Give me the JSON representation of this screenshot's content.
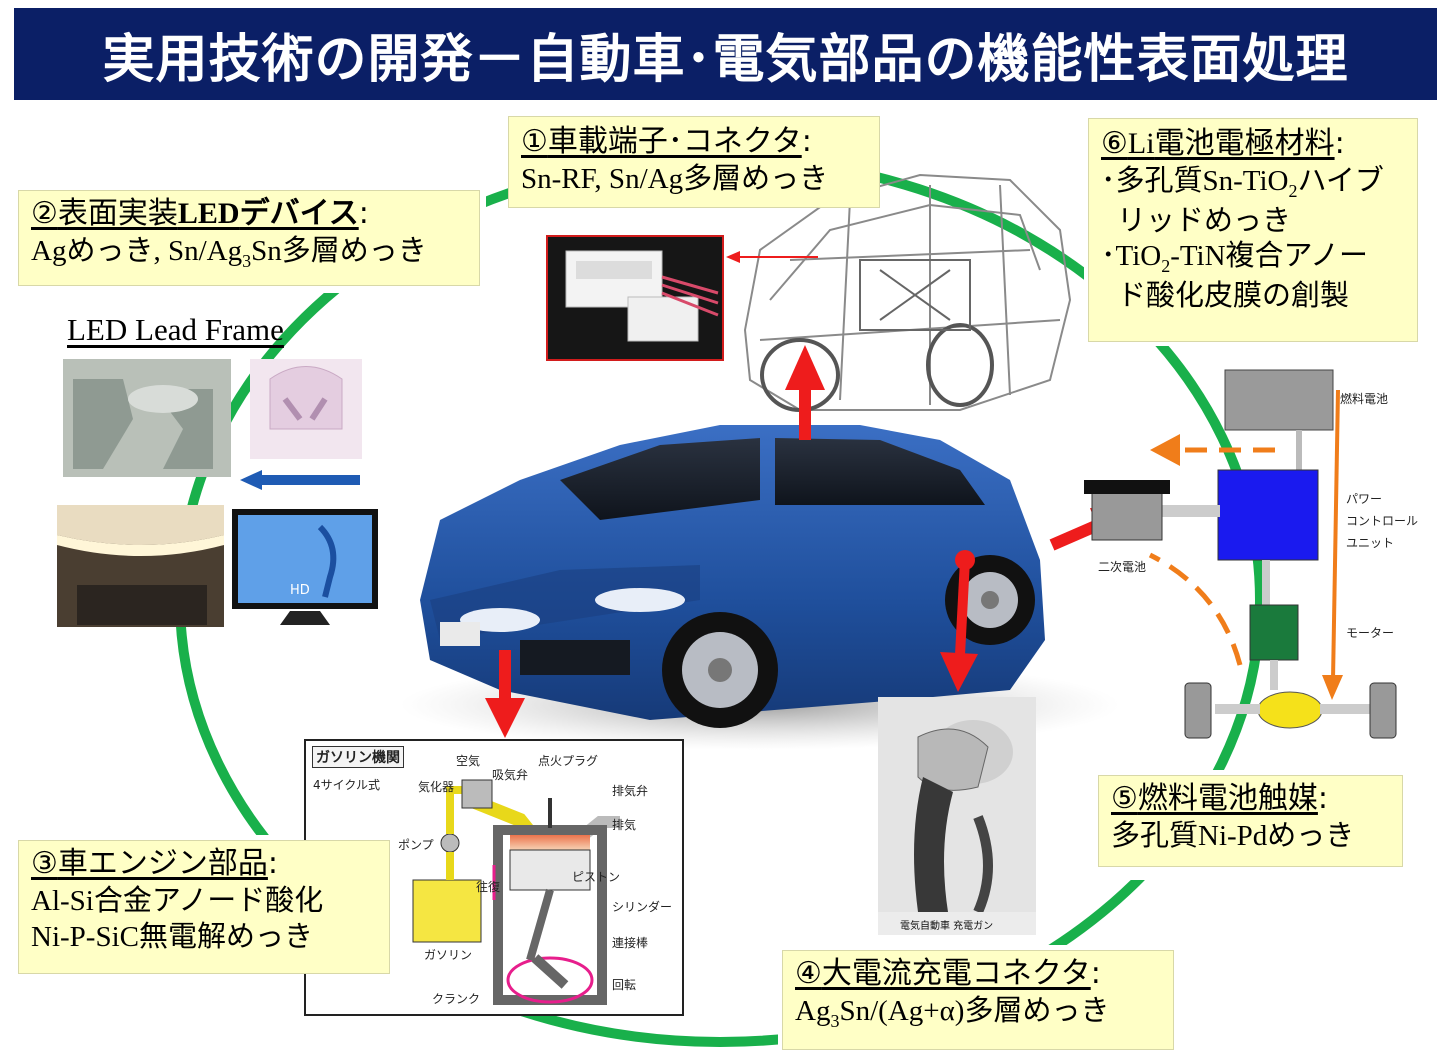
{
  "title": "実用技術の開発－自動車･電気部品の機能性表面処理",
  "boxes": {
    "b1": {
      "num": "①",
      "head": "車載端子･コネクタ",
      "colon": ":",
      "lines": [
        "Sn-RF, Sn/Ag多層めっき"
      ]
    },
    "b2": {
      "num": "②",
      "head_ja1": "表面実装",
      "head_led": "LED",
      "head_ja2": "デバイス",
      "colon": ":",
      "line_a": "Agめっき, Sn/Ag",
      "line_sub": "3",
      "line_b": "Sn多層めっき"
    },
    "b3": {
      "num": "③",
      "head": "車エンジン部品",
      "colon": ":",
      "lines": [
        "Al-Si合金アノード酸化",
        "Ni-P-SiC無電解めっき"
      ]
    },
    "b4": {
      "num": "④",
      "head": "大電流充電コネクタ",
      "colon": ":",
      "line_a": "Ag",
      "line_sub": "3",
      "line_b": "Sn/(Ag+α)多層めっき"
    },
    "b5": {
      "num": "⑤",
      "head": "燃料電池触媒",
      "colon": ":",
      "lines": [
        "多孔質Ni-Pdめっき"
      ]
    },
    "b6": {
      "num": "⑥",
      "head_li": "Li",
      "head_ja": "電池電極材料",
      "colon": ":",
      "l1a": "･多孔質Sn-TiO",
      "l1sub": "2",
      "l1b": "ハイブ",
      "l2": "リッドめっき",
      "l3a": "･TiO",
      "l3sub": "2",
      "l3b": "-TiN複合アノー",
      "l4": "ド酸化皮膜の創製"
    }
  },
  "led_label": "LED Lead Frame",
  "tv_hd": "HD",
  "charger_caption": "電気自動車 充電ガン",
  "hybrid": {
    "fuel_cell": "燃料電池",
    "pcu1": "パワー",
    "pcu2": "コントロール",
    "pcu3": "ユニット",
    "battery": "二次電池",
    "motor": "モーター"
  },
  "engine": {
    "title": "ガソリン機関",
    "cycle": "4サイクル式",
    "air": "空気",
    "carb": "気化器",
    "intake": "吸気弁",
    "plug": "点火プラグ",
    "exhaust_valve": "排気弁",
    "exhaust": "排気",
    "pump": "ポンプ",
    "piston": "ピストン",
    "recip": "往復",
    "cylinder": "シリンダー",
    "conrod": "連接棒",
    "gasoline": "ガソリン",
    "crank": "クランク",
    "rotation": "回転"
  },
  "colors": {
    "title_bg": "#0b1f66",
    "box_bg": "#ffffc6",
    "ring": "#19b04b",
    "arrow": "#ee1c1c",
    "car": "#1f4f9c",
    "pcu": "#1a1aef"
  }
}
